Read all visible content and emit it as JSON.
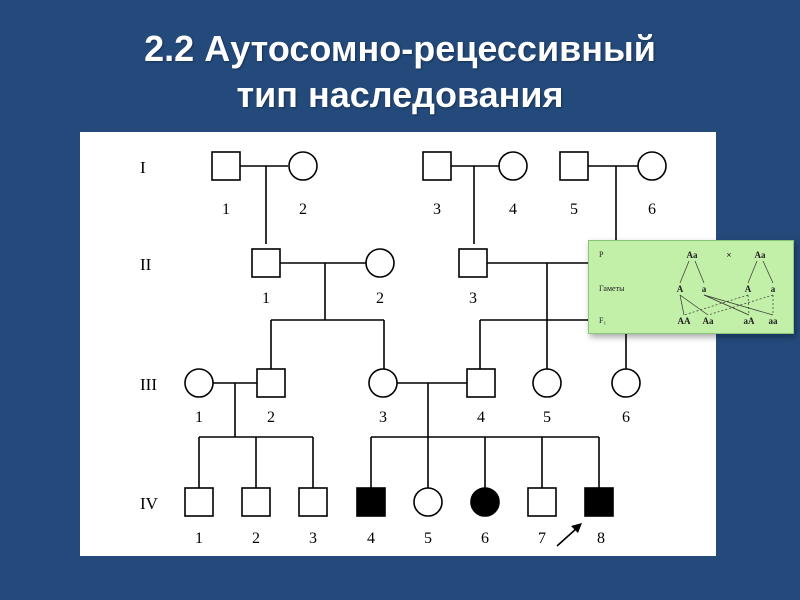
{
  "title": {
    "line1": "2.2 Аутосомно-рецессивный",
    "line2": "тип наследования"
  },
  "pedigree": {
    "generations": [
      "I",
      "II",
      "III",
      "IV"
    ],
    "gen1_numbers": [
      "1",
      "2",
      "3",
      "4",
      "5",
      "6"
    ],
    "gen2_numbers": [
      "1",
      "2",
      "3"
    ],
    "gen3_numbers": [
      "1",
      "2",
      "3",
      "4",
      "5",
      "6"
    ],
    "gen4_numbers": [
      "1",
      "2",
      "3",
      "4",
      "5",
      "6",
      "7",
      "8"
    ],
    "affected_color": "#000000"
  },
  "cross": {
    "p_label": "P",
    "gametes_label": "Гаметы",
    "f1_label": "F₁",
    "parent1": "Aa",
    "times": "×",
    "parent2": "Aa",
    "g1": "A",
    "g2": "a",
    "g3": "A",
    "g4": "a",
    "o1": "AA",
    "o2": "Aa",
    "o3": "aA",
    "o4": "aa",
    "background": "#c2f0a8"
  }
}
